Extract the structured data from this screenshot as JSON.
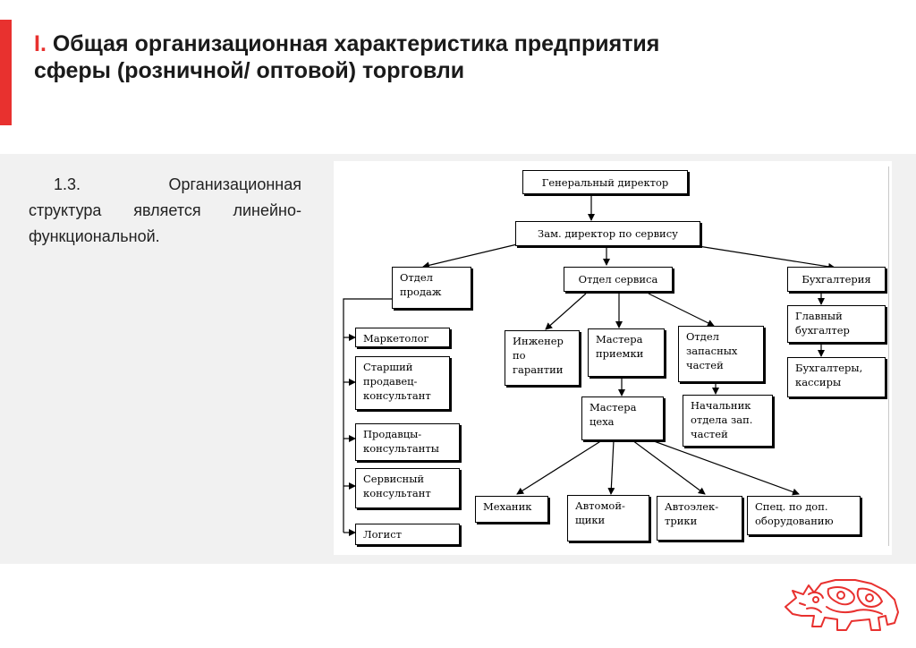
{
  "slide": {
    "title_prefix": "I.",
    "title_text": "Общая организационная характеристика предприятия сферы (розничной/ оптовой) торговли",
    "intro_number": "1.3.",
    "intro_text": "Организационная структура является линейно-функциональной."
  },
  "colors": {
    "accent": "#e8312f",
    "panel": "#f1f1f1",
    "ink": "#000000"
  },
  "org_chart": {
    "general_director": "Генеральный директор",
    "deputy_director": "Зам. директор по сервису",
    "sales_dept": "Отдел продаж",
    "service_dept": "Отдел сервиса",
    "accounting": "Бухгалтерия",
    "marketer": "Маркетолог",
    "senior_sales": "Старший продавец-консультант",
    "sales_consultants": "Продавцы-консультанты",
    "service_consultant": "Сервисный консультант",
    "logistician": "Логист",
    "warranty_engineer": "Инженер по гарантии",
    "reception_masters": "Мастера приемки",
    "spare_parts_dept": "Отдел запасных частей",
    "spare_parts_head": "Начальник отдела зап. частей",
    "shop_masters": "Мастера цеха",
    "chief_accountant": "Главный бухгалтер",
    "accountants_cashiers": "Бухгалтеры, кассиры",
    "mechanic": "Механик",
    "car_washers": "Автомой-щики",
    "auto_electricians": "Автоэлек-трики",
    "equipment_specialist": "Спец. по доп. оборудованию"
  },
  "logo": {
    "name": "rhino-logo-icon"
  }
}
